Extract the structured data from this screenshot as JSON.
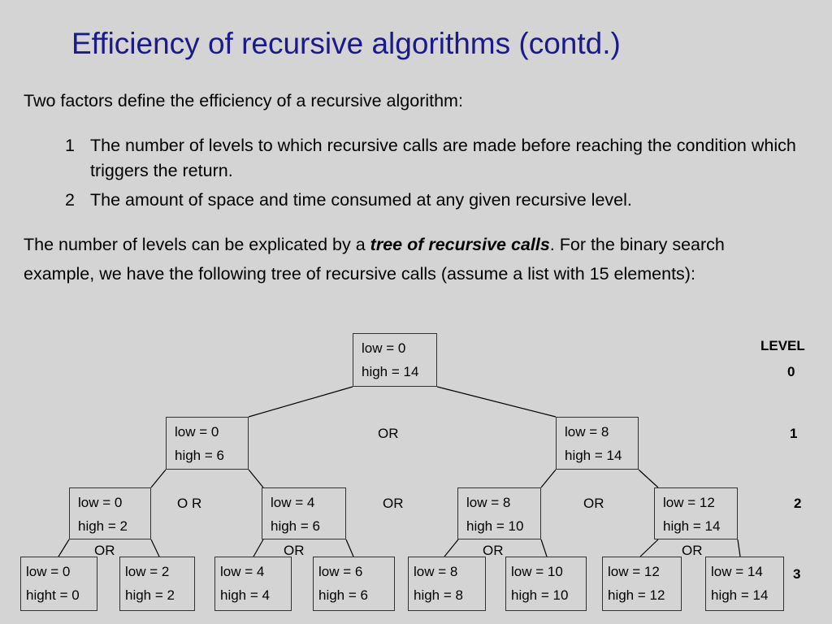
{
  "title": "Efficiency of recursive algorithms (contd.)",
  "intro": "Two factors define the efficiency of a recursive algorithm:",
  "factors": [
    {
      "num": "1",
      "text": "The number of levels to which recursive calls are made before reaching the condition which triggers the return."
    },
    {
      "num": "2",
      "text": "The amount of space and time consumed at any given recursive level."
    }
  ],
  "paragraph": {
    "before": "The number of levels can be explicated by a ",
    "emphasis": "tree of recursive calls",
    "after": ". For the binary search example, we have the following tree of recursive calls (assume a list with 15 elements):"
  },
  "tree": {
    "level_header": "LEVEL",
    "levels": [
      "0",
      "1",
      "2",
      "3"
    ],
    "nodes": {
      "root": {
        "low": "low = 0",
        "high": "high = 14"
      },
      "l1_left": {
        "low": "low = 0",
        "high": "high = 6"
      },
      "l1_right": {
        "low": "low = 8",
        "high": "high = 14"
      },
      "l2_a": {
        "low": "low = 0",
        "high": "high = 2"
      },
      "l2_b": {
        "low": "low = 4",
        "high": "high = 6"
      },
      "l2_c": {
        "low": "low = 8",
        "high": "high = 10"
      },
      "l2_d": {
        "low": "low = 12",
        "high": "high = 14"
      },
      "l3_a": {
        "low": "low = 0",
        "high": "hight = 0"
      },
      "l3_b": {
        "low": "low = 2",
        "high": "high = 2"
      },
      "l3_c": {
        "low": "low = 4",
        "high": "high = 4"
      },
      "l3_d": {
        "low": "low = 6",
        "high": "high = 6"
      },
      "l3_e": {
        "low": "low = 8",
        "high": "high = 8"
      },
      "l3_f": {
        "low": "low = 10",
        "high": "high = 10"
      },
      "l3_g": {
        "low": "low = 12",
        "high": "high = 12"
      },
      "l3_h": {
        "low": "low = 14",
        "high": "high = 14"
      }
    },
    "or_labels": {
      "l1": "OR",
      "l2_left": "O R",
      "l2_mid": "OR",
      "l2_right": "OR",
      "l3_a": "OR",
      "l3_b": "OR",
      "l3_c": "OR",
      "l3_d": "OR"
    }
  }
}
